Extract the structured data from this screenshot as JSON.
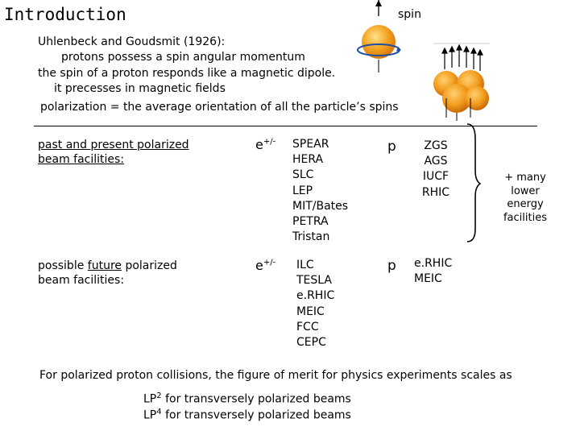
{
  "header": {
    "title": "Introduction",
    "spin_label": "spin"
  },
  "intro": {
    "lines": [
      "Uhlenbeck and Goudsmit (1926):",
      "protons possess a spin angular momentum",
      "the spin of a proton responds like a magnetic dipole.",
      "it precesses in magnetic fields",
      "polarization = the average orientation of all the particle’s  spins"
    ]
  },
  "facilities": {
    "past": {
      "label_line1": "past and present polarized",
      "label_line2": "beam facilities:",
      "lepton_symbol": "e",
      "lepton_charge": "+/-",
      "lepton_list": [
        "SPEAR",
        "HERA",
        "SLC",
        "LEP",
        "MIT/Bates",
        "PETRA",
        "Tristan"
      ],
      "proton_symbol": "p",
      "proton_list": [
        "ZGS",
        "AGS",
        "IUCF",
        "RHIC"
      ]
    },
    "future": {
      "label_pre": "possible ",
      "label_underlined": "future",
      "label_post": " polarized",
      "label_line2": "beam facilities:",
      "lepton_symbol": "e",
      "lepton_charge": "+/-",
      "lepton_list": [
        "ILC",
        "TESLA",
        "e.RHIC",
        "MEIC",
        "FCC",
        "CEPC"
      ],
      "proton_symbol": "p",
      "proton_list": [
        "e.RHIC",
        "MEIC"
      ]
    },
    "note": [
      "+ many lower",
      "energy",
      "facilities"
    ]
  },
  "footer": {
    "line1": "For polarized proton collisions, the figure of merit for physics experiments scales as",
    "lp2_base": "LP",
    "lp2_exp": "2",
    "lp2_rest": " for transversely polarized beams",
    "lp4_base": "LP",
    "lp4_exp": "4",
    "lp4_rest": " for transversely polarized beams"
  },
  "colors": {
    "sphere": "#f39c1e",
    "sphere_highlight": "#ffe08a",
    "orbit": "#1f4fa0"
  }
}
